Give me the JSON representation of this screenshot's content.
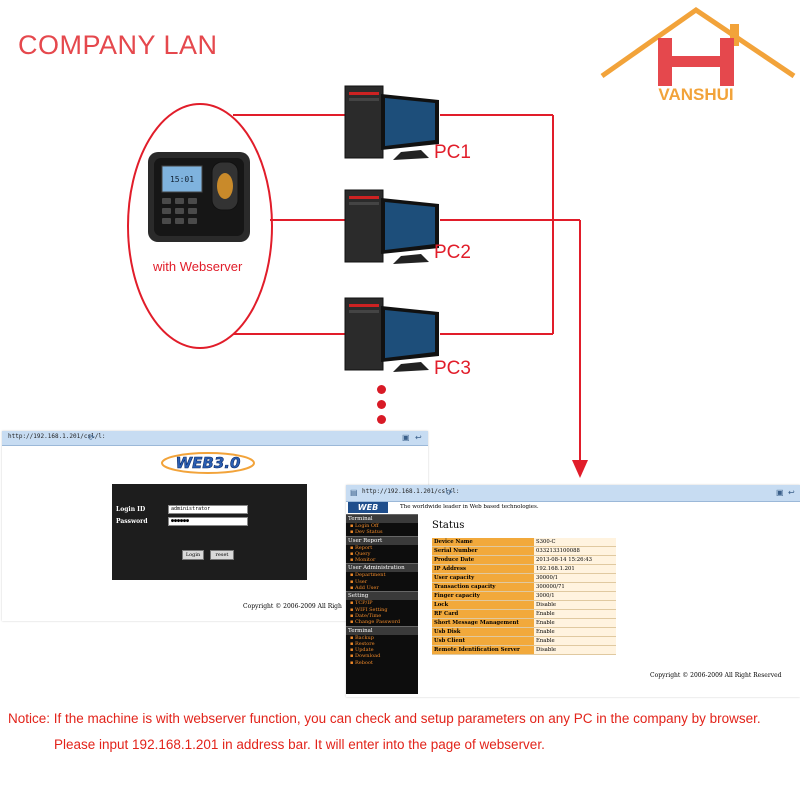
{
  "title": "COMPANY LAN",
  "logo": {
    "text": "VANSHUI",
    "letter": "H"
  },
  "device": {
    "label": "with Webserver",
    "screen_text": "15:01"
  },
  "pcs": [
    {
      "label": "PC1"
    },
    {
      "label": "PC2"
    },
    {
      "label": "PC3"
    }
  ],
  "colors": {
    "accent": "#e11d2a",
    "logo_orange": "#f2a33a",
    "sidebar_link": "#f08a2a",
    "table_key": "#f2a93b"
  },
  "login_window": {
    "url": "http://192.168.1.201/csl/l:",
    "brand": "WEB3.0",
    "login_id_label": "Login ID",
    "password_label": "Password",
    "login_id_value": "administrator",
    "password_value": "●●●●●●",
    "login_button": "Login",
    "reset_button": "reset",
    "copyright": "Copyright © 2006-2009 All Righ"
  },
  "status_window": {
    "url": "http://192.168.1.201/csl/l:",
    "brand": "WEB",
    "tagline": "The worldwide leader in Web based technologies.",
    "page_title": "Status",
    "copyright": "Copyright © 2006-2009 All Right Reserved",
    "menu": [
      {
        "header": "Terminal",
        "items": [
          "Login Off",
          "Dev Status"
        ]
      },
      {
        "header": "User Report",
        "items": [
          "Report",
          "Query",
          "Monitor"
        ]
      },
      {
        "header": "User Administration",
        "items": [
          "Department",
          "User",
          "Add User"
        ]
      },
      {
        "header": "Setting",
        "items": [
          "TCP/IP",
          "WIFI Setting",
          "Date/Time",
          "Change Password"
        ]
      },
      {
        "header": "Terminal",
        "items": [
          "Backup",
          "Restore",
          "Update",
          "Download",
          "Reboot"
        ]
      }
    ],
    "rows": [
      {
        "key": "Device Name",
        "value": "S300-C"
      },
      {
        "key": "Serial Number",
        "value": "0332133100088"
      },
      {
        "key": "Produce Date",
        "value": "2013-08-14 15:26:43"
      },
      {
        "key": "IP Address",
        "value": "192.168.1.201"
      },
      {
        "key": "User capacity",
        "value": "30000/1"
      },
      {
        "key": "Transaction capacity",
        "value": "300000/71"
      },
      {
        "key": "Finger capacity",
        "value": "3000/1"
      },
      {
        "key": "Lock",
        "value": "Disable"
      },
      {
        "key": "RF Card",
        "value": "Enable"
      },
      {
        "key": "Short Message Management",
        "value": "Enable"
      },
      {
        "key": "Usb Disk",
        "value": "Enable"
      },
      {
        "key": "Usb Client",
        "value": "Enable"
      },
      {
        "key": "Remote Identification Server",
        "value": "Disable"
      }
    ]
  },
  "notice": {
    "line1": "Notice: If the machine is with webserver function, you can check and setup parameters on any PC in the company by browser.",
    "line2": "Please input 192.168.1.201 in address bar. It will enter into the page of webserver."
  }
}
